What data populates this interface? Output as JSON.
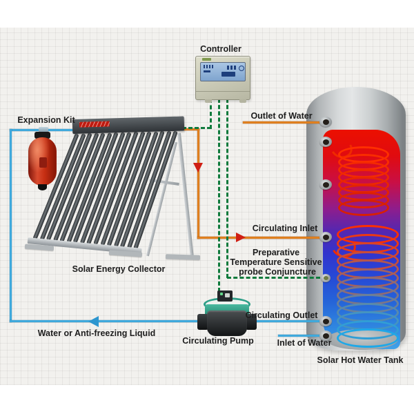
{
  "diagram": {
    "labels": {
      "controller": "Controller",
      "expansion_kit": "Expansion Kit",
      "solar_energy_collector": "Solar Energy Collector",
      "outlet_of_water": "Outlet of Water",
      "circulating_inlet": "Circulating Inlet",
      "probe_line1": "Preparative",
      "probe_line2": "Temperature Sensitive",
      "probe_line3": "probe Conjuncture",
      "circulating_outlet": "Circulating Outlet",
      "inlet_of_water": "Inlet of Water",
      "water_or_antifreezing": "Water or Anti-freezing Liquid",
      "circulating_pump": "Circulating Pump",
      "solar_hot_water_tank": "Solar Hot Water Tank"
    },
    "colors": {
      "pipe_hot": "#df7f1e",
      "pipe_cold": "#3fa9dc",
      "sensor_wire": "#0f7a3c",
      "flow_arrow_red": "#cf1f14",
      "flow_arrow_blue": "#2d96cf",
      "expansion_tank_red": "#c33420",
      "pump_teal": "#2f9e88",
      "tank_hot_top": "#ec1000",
      "tank_cold_bottom": "#41a2e8",
      "coil_hot": "#ff2f00",
      "coil_cold": "#1ea8e8"
    }
  }
}
